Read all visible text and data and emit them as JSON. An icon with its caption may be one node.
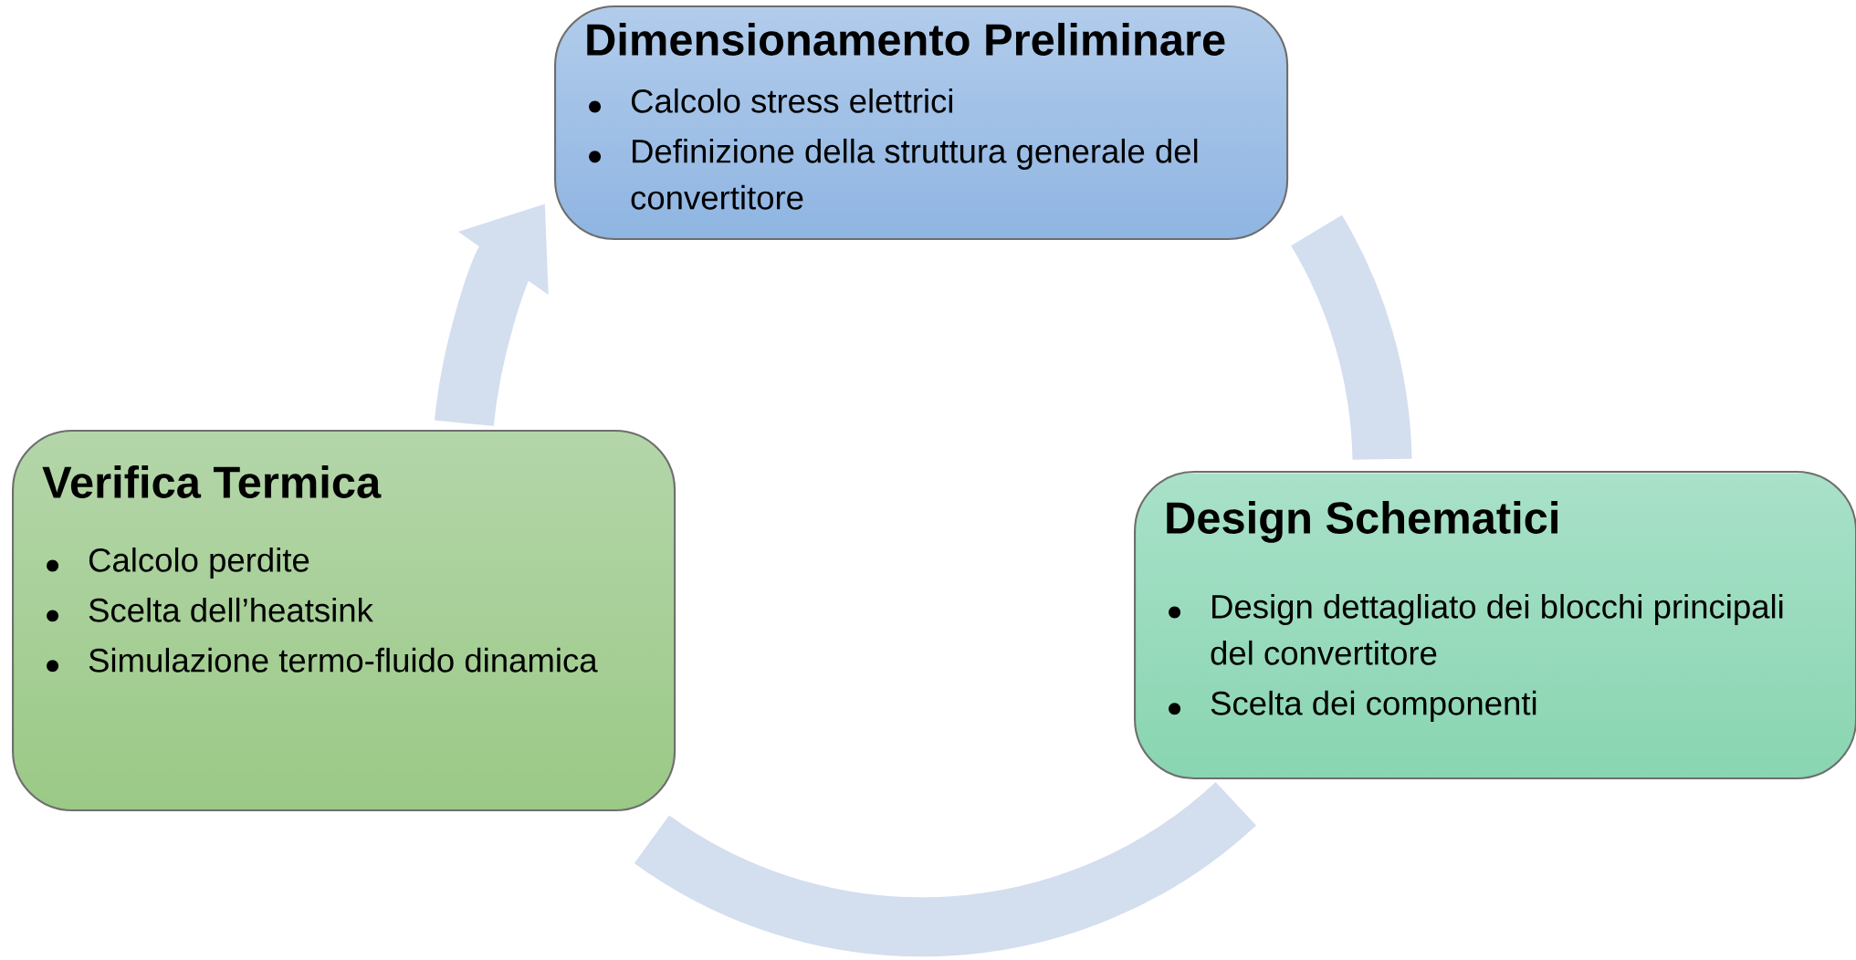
{
  "diagram": {
    "nodes": [
      {
        "text": [
          "Dimensionamento Preliminare",
          "Calcolo stress elettrici",
          "Definizione della struttura generale del convertitore"
        ]
      },
      {
        "text": [
          "Design Schematici",
          "Design dettagliato dei blocchi principali del convertitore",
          "Scelta dei componenti"
        ]
      },
      {
        "text": [
          "Verifica Termica",
          "Calcolo perdite",
          "Scelta dell’heatsink",
          "Simulazione termo-fluido dinamica"
        ]
      }
    ],
    "edges": [
      {
        "from": 0,
        "to": 1,
        "arrow": "none"
      },
      {
        "from": 1,
        "to": 2,
        "arrow": "none"
      },
      {
        "from": 2,
        "to": 0,
        "arrow": "to"
      }
    ]
  }
}
